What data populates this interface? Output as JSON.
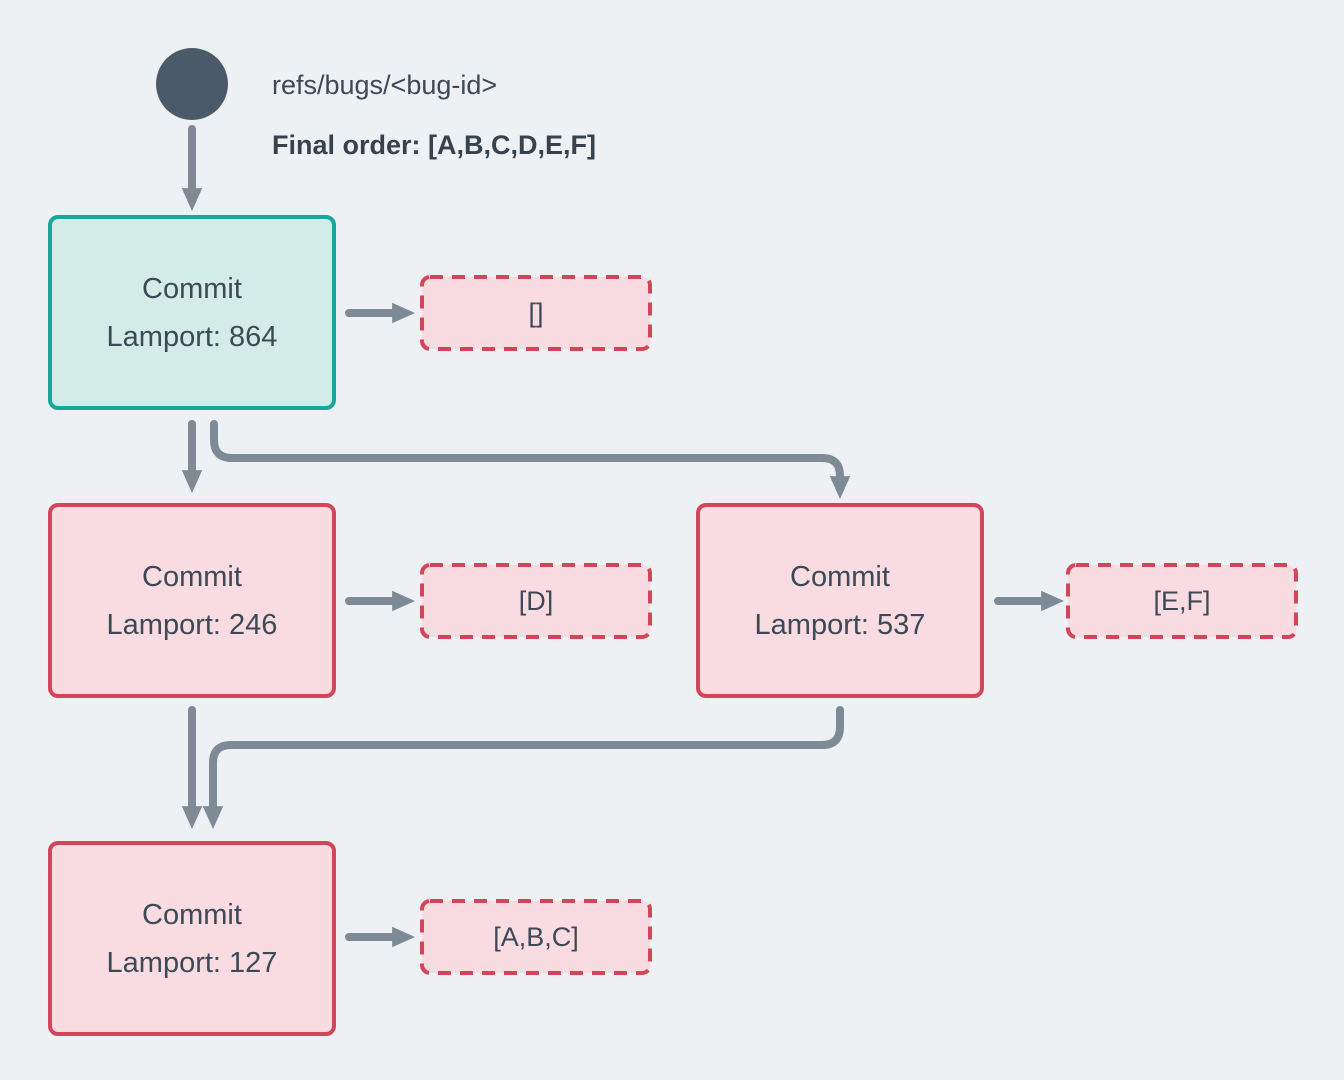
{
  "diagram": {
    "ref": {
      "label": "refs/bugs/<bug-id>",
      "final_order": "Final order: [A,B,C,D,E,F]"
    },
    "nodes": [
      {
        "id": "commit-864",
        "variant": "teal",
        "title": "Commit",
        "lamport": "Lamport: 864",
        "payload": "[]"
      },
      {
        "id": "commit-246",
        "variant": "pink",
        "title": "Commit",
        "lamport": "Lamport: 246",
        "payload": "[D]"
      },
      {
        "id": "commit-537",
        "variant": "pink",
        "title": "Commit",
        "lamport": "Lamport: 537",
        "payload": "[E,F]"
      },
      {
        "id": "commit-127",
        "variant": "pink",
        "title": "Commit",
        "lamport": "Lamport: 127",
        "payload": "[A,B,C]"
      }
    ],
    "colors": {
      "background": "#edf1f4",
      "text": "#3d4956",
      "ref_circle": "#4a5a68",
      "arrow": "#7e8b96",
      "teal_border": "#18a79a",
      "teal_fill": "#d3ece7",
      "red_border": "#d34558",
      "pink_fill": "#f8dce1"
    }
  }
}
